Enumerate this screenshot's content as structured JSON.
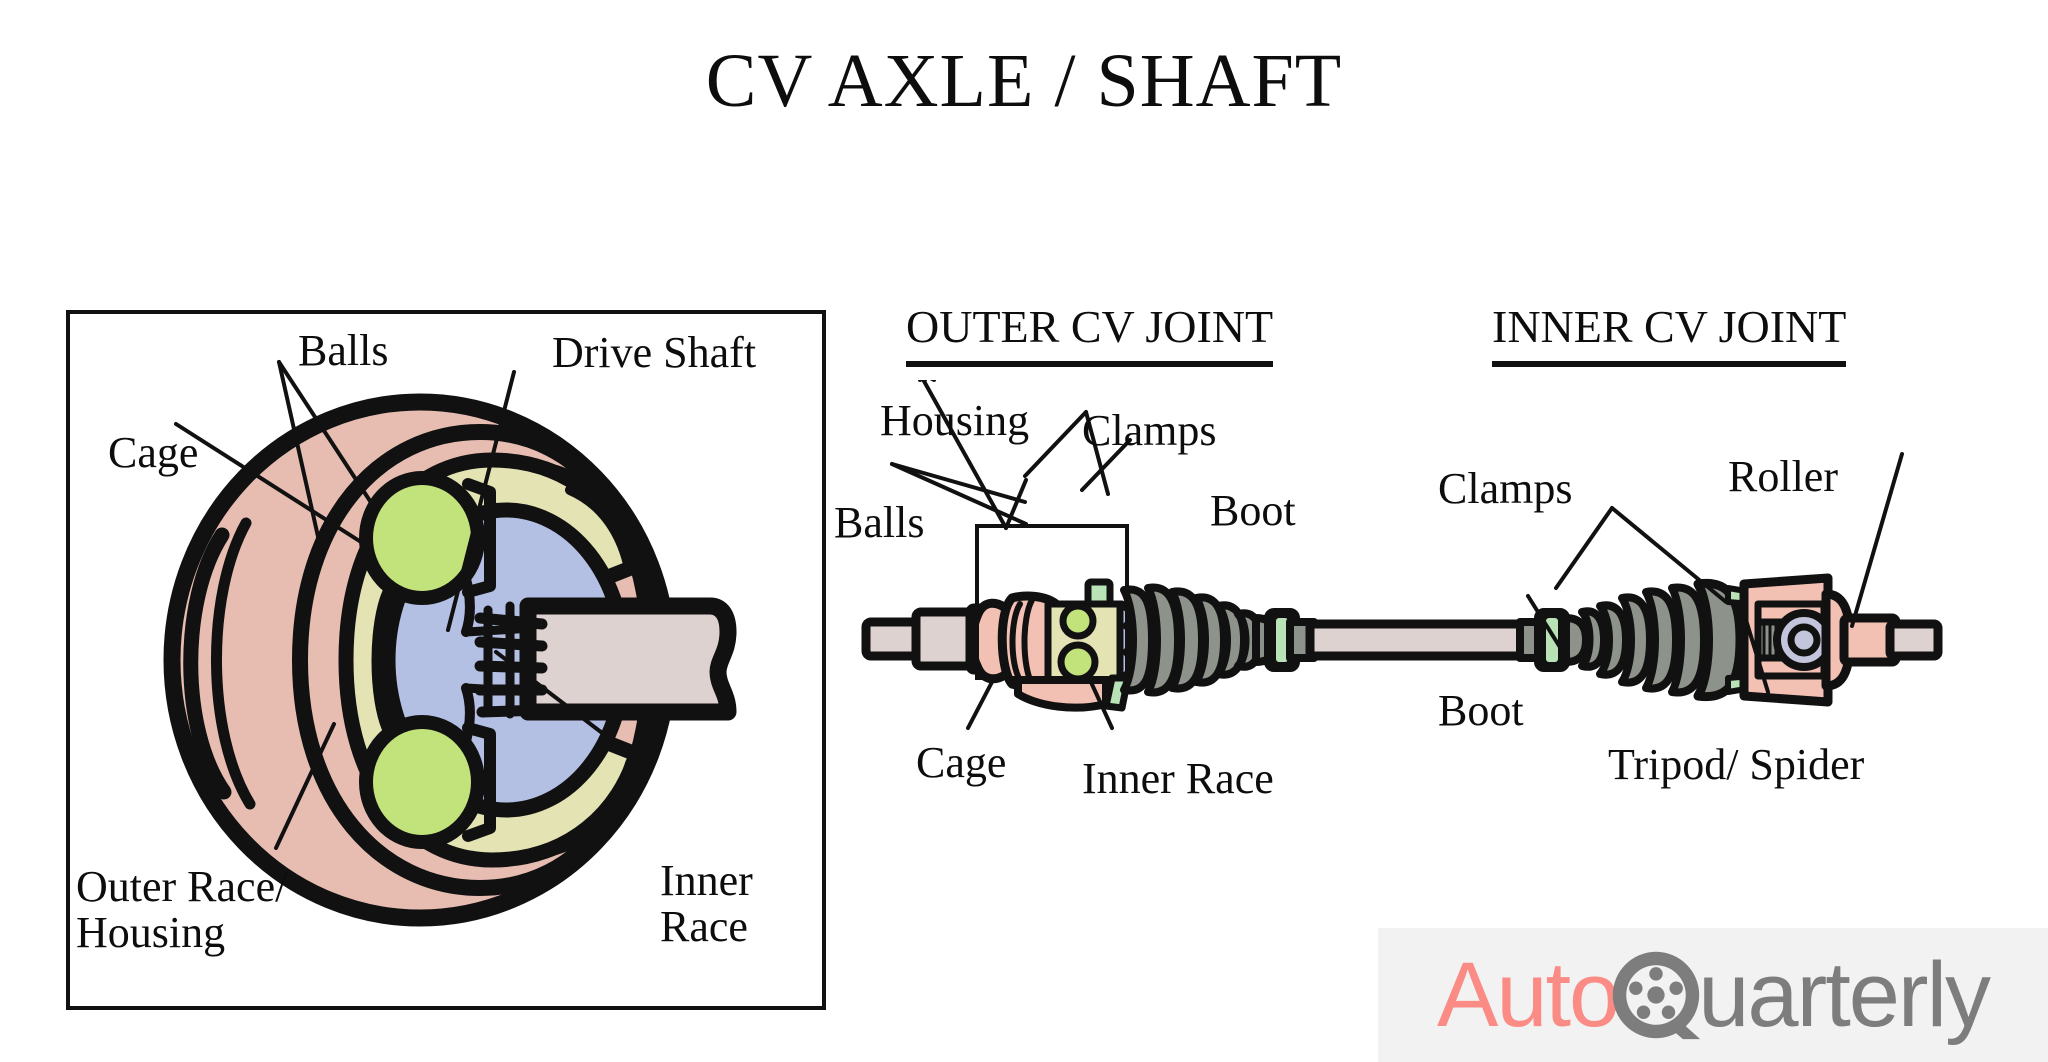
{
  "title": "CV AXLE / SHAFT",
  "colors": {
    "outer_race_pink": "#e7bdb2",
    "cage_olive": "#e4e3b4",
    "ball_green": "#c2e27c",
    "inner_race_blue": "#b4bfe4",
    "shaft_grey": "#ddd2cf",
    "boot_grey": "#8d938a",
    "clamp_green": "#b9e3b6",
    "housing_salmon": "#f3c1b4",
    "roller_lavender": "#c3c5dd",
    "outline": "#111111",
    "watermark_bg": "#f2f2f2",
    "watermark_auto": "#fa8b85",
    "watermark_quarterly": "#7d7d7d"
  },
  "cutaway": {
    "labels": {
      "balls": "Balls",
      "drive_shaft": "Drive Shaft",
      "cage": "Cage",
      "outer_race": "Outer Race/\nHousing",
      "inner_race": "Inner\nRace"
    }
  },
  "outer_joint": {
    "heading": "OUTER CV JOINT",
    "labels": {
      "housing": "Housing",
      "clamps": "Clamps",
      "boot": "Boot",
      "balls": "Balls",
      "cage": "Cage",
      "inner_race": "Inner Race"
    }
  },
  "inner_joint": {
    "heading": "INNER CV JOINT",
    "labels": {
      "clamps": "Clamps",
      "roller": "Roller",
      "boot": "Boot",
      "tripod": "Tripod/ Spider"
    }
  },
  "watermark": {
    "auto": "Auto",
    "quarterly": "uarterly",
    "icon": "wheel-icon"
  }
}
